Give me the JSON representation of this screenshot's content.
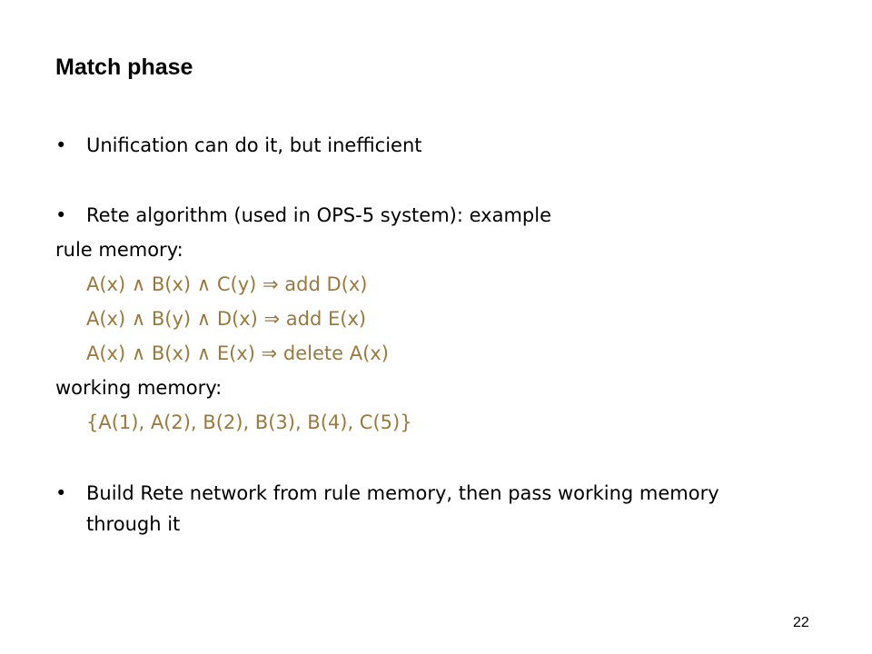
{
  "slide": {
    "title": "Match phase",
    "bullets": [
      {
        "marker": "•",
        "text": "Unification can do it, but inefficient"
      },
      {
        "marker": "•",
        "text": "Rete algorithm (used in OPS-5 system): example"
      },
      {
        "marker": "•",
        "line1": "Build Rete network from rule memory, then pass working memory",
        "line2": "through it"
      }
    ],
    "rule_memory_label": "rule memory:",
    "rules": [
      "A(x)  ∧  B(x)  ∧  C(y)  ⇒  add D(x)",
      "A(x)  ∧  B(y)  ∧  D(x)  ⇒  add E(x)",
      "A(x)  ∧  B(x)  ∧  E(x)  ⇒  delete A(x)"
    ],
    "working_memory_label": "working memory:",
    "working_memory_value": "{A(1), A(2), B(2), B(3), B(4), C(5)}",
    "page_number": "22"
  },
  "colors": {
    "text": "#000000",
    "accent": "#9a7a3b",
    "background": "#ffffff"
  }
}
